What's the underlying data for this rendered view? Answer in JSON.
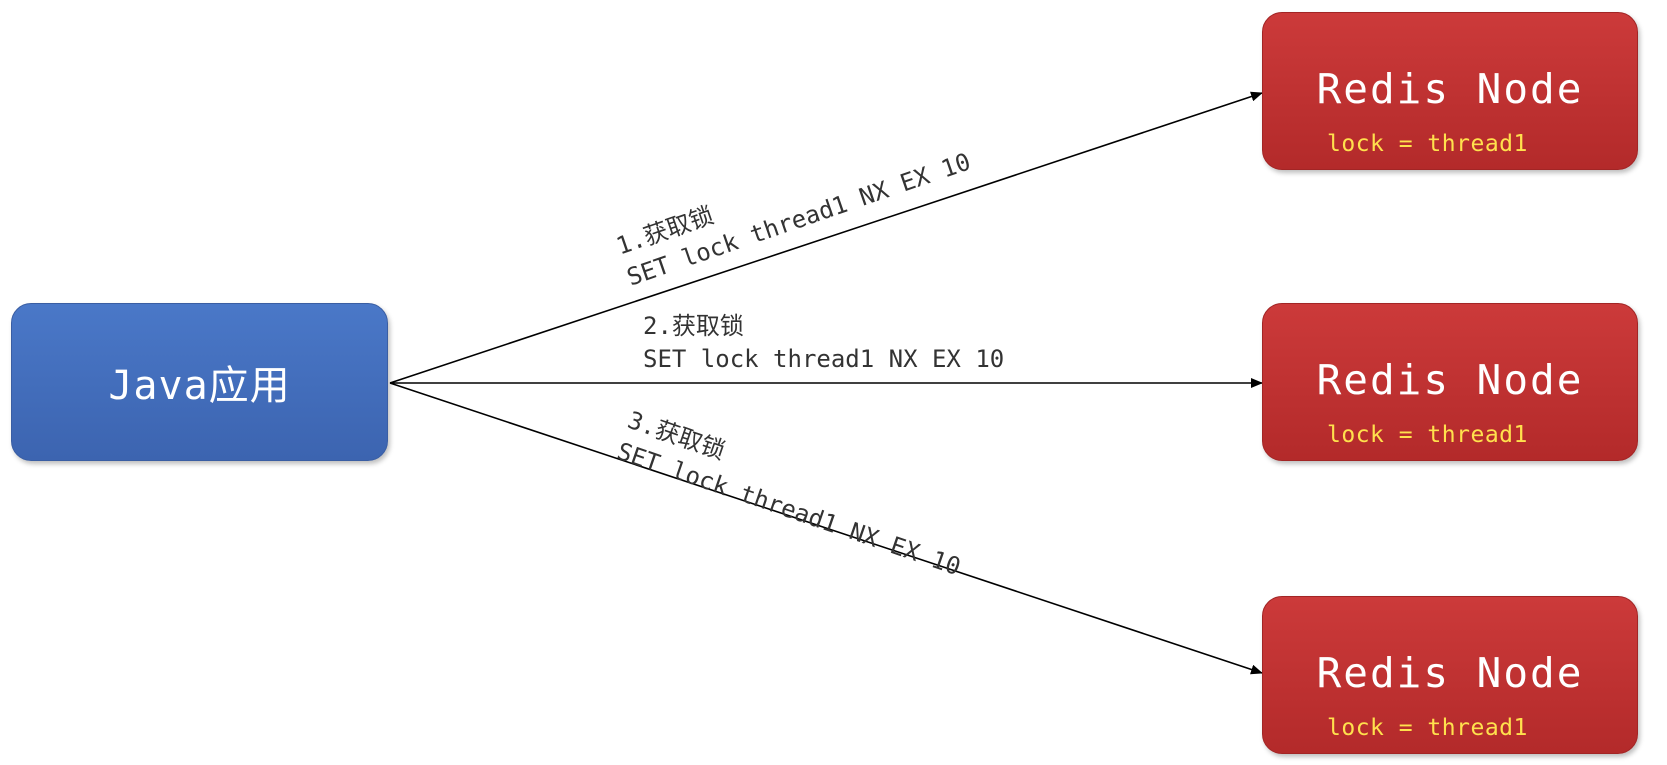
{
  "java_app": {
    "label": "Java应用"
  },
  "redis_nodes": [
    {
      "title": "Redis Node",
      "value": "lock = thread1"
    },
    {
      "title": "Redis Node",
      "value": "lock = thread1"
    },
    {
      "title": "Redis Node",
      "value": "lock = thread1"
    }
  ],
  "edges": [
    {
      "step": "1.获取锁",
      "command": "SET lock thread1 NX EX 10"
    },
    {
      "step": "2.获取锁",
      "command": "SET lock thread1 NX EX 10"
    },
    {
      "step": "3.获取锁",
      "command": "SET lock thread1 NX EX 10"
    }
  ],
  "colors": {
    "java_box": "#4470c0",
    "redis_box": "#c23232",
    "redis_value_text": "#ffe14d",
    "arrow": "#000000"
  }
}
